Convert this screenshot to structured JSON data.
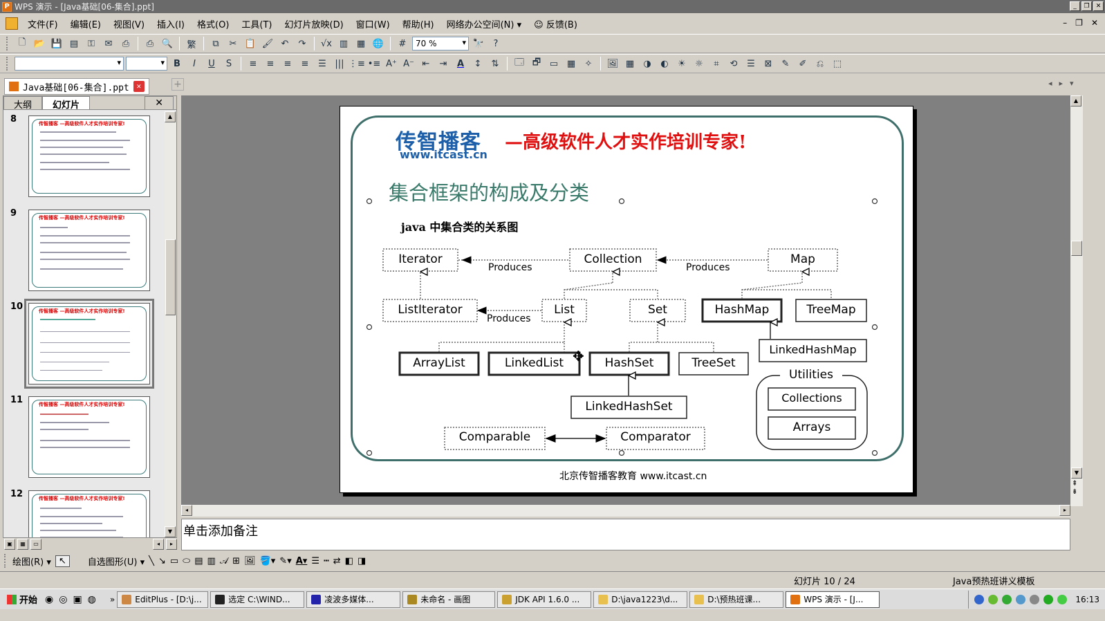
{
  "window": {
    "title": "WPS 演示 - [Java基础[06-集合].ppt]"
  },
  "menu": [
    "文件(F)",
    "编辑(E)",
    "视图(V)",
    "插入(I)",
    "格式(O)",
    "工具(T)",
    "幻灯片放映(D)",
    "窗口(W)",
    "帮助(H)",
    "网络办公空间(N)",
    "反馈(B)"
  ],
  "toolbar": {
    "zoom": "70 %"
  },
  "doc_tab": {
    "name": "Java基础[06-集合].ppt"
  },
  "panel": {
    "tab_outline": "大纲",
    "tab_slides": "幻灯片",
    "thumbs": [
      {
        "num": "8"
      },
      {
        "num": "9"
      },
      {
        "num": "10"
      },
      {
        "num": "11"
      },
      {
        "num": "12"
      }
    ]
  },
  "slide": {
    "logo_main": "传智播客",
    "logo_url": "www.itcast.cn",
    "slogan": "—高级软件人才实作培训专家!",
    "title": "集合框架的构成及分类",
    "diagram_title": "java 中集合类的关系图",
    "footer_org": "北京传智播客教育",
    "footer_url": "www.itcast.cn",
    "nodes": {
      "iterator": "Iterator",
      "collection": "Collection",
      "map": "Map",
      "listiterator": "ListIterator",
      "list": "List",
      "set": "Set",
      "hashmap": "HashMap",
      "treemap": "TreeMap",
      "arraylist": "ArrayList",
      "linkedlist": "LinkedList",
      "hashset": "HashSet",
      "treeset": "TreeSet",
      "linkedhashmap": "LinkedHashMap",
      "linkedhashset": "LinkedHashSet",
      "utilities": "Utilities",
      "collections": "Collections",
      "arrays": "Arrays",
      "comparable": "Comparable",
      "comparator": "Comparator"
    },
    "labels": {
      "produces": "Produces"
    }
  },
  "notes": {
    "placeholder": "单击添加备注"
  },
  "drawbar": {
    "draw": "绘图(R)",
    "autoshape": "自选图形(U)"
  },
  "status": {
    "slide": "幻灯片 10 / 24",
    "template": "Java预热班讲义模板"
  },
  "taskbar": {
    "start": "开始",
    "items": [
      "EditPlus - [D:\\j...",
      "选定 C:\\WIND...",
      "凌波多媒体...",
      "未命名 - 画图",
      "JDK API 1.6.0 ...",
      "D:\\java1223\\d...",
      "D:\\预热班课...",
      "WPS 演示 - [J..."
    ],
    "clock": "16:13"
  },
  "colors": {
    "accent_blue": "#1d5fa8",
    "slogan_red": "#e01010",
    "frame": "#3f6f6a"
  }
}
